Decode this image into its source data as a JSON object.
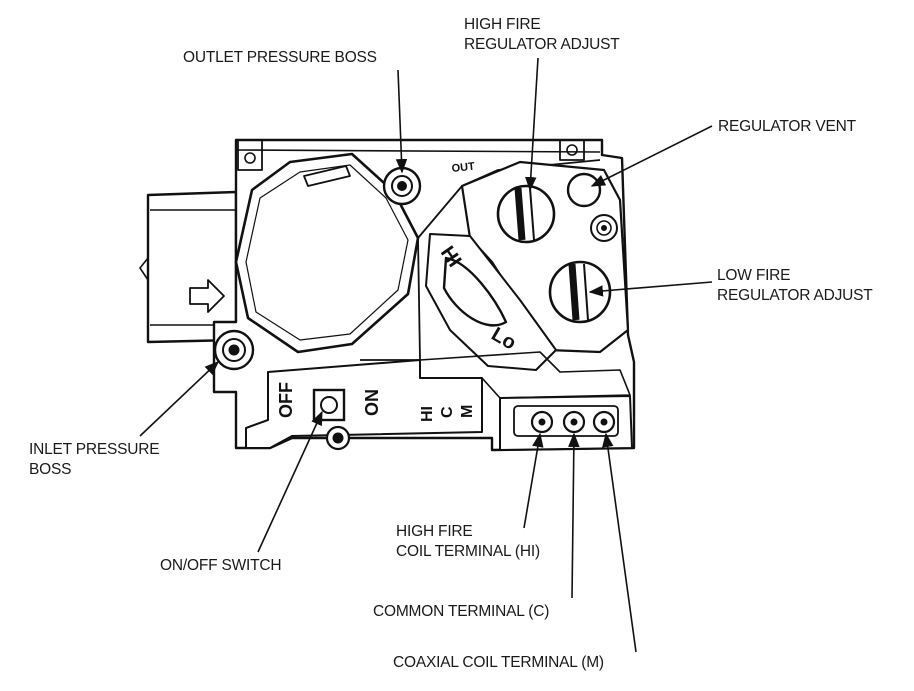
{
  "labels": {
    "outlet_pressure_boss": "OUTLET PRESSURE BOSS",
    "high_fire_regulator_adjust_line1": "HIGH FIRE",
    "high_fire_regulator_adjust_line2": "REGULATOR ADJUST",
    "regulator_vent": "REGULATOR VENT",
    "low_fire_regulator_adjust_line1": "LOW FIRE",
    "low_fire_regulator_adjust_line2": "REGULATOR ADJUST",
    "inlet_pressure_boss_line1": "INLET PRESSURE",
    "inlet_pressure_boss_line2": "BOSS",
    "on_off_switch": "ON/OFF SWITCH",
    "high_fire_coil_terminal_line1": "HIGH FIRE",
    "high_fire_coil_terminal_line2": "COIL TERMINAL (HI)",
    "common_terminal": "COMMON TERMINAL (C)",
    "coaxial_coil_terminal": "COAXIAL COIL TERMINAL (M)"
  },
  "body_markings": {
    "hi": "HI",
    "lo": "Lo",
    "off": "OFF",
    "on": "ON",
    "terminal_hi": "HI",
    "terminal_c": "C",
    "terminal_m": "M",
    "outlet_stamp": "OUT"
  }
}
